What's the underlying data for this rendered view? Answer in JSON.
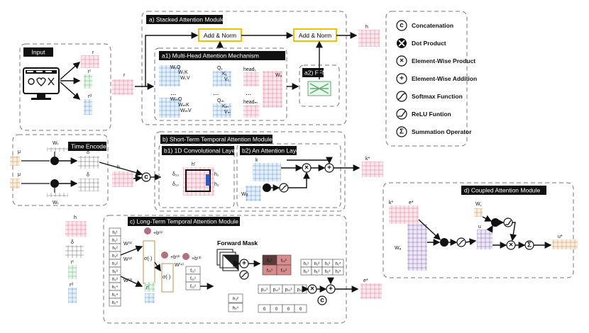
{
  "input": {
    "title": "Input",
    "r_label": "r",
    "rt_label": "rᵗ",
    "rd_label": "rᵈ"
  },
  "stacked_attention": {
    "title": "a) Stacked Attention Module",
    "r_label": "r",
    "add_norm_1": "Add & Norm",
    "add_norm_2": "Add & Norm",
    "h_label": "h",
    "mha_title": "a1) Multi-Head Attention Mechanism",
    "w_q_1": "W₁Q",
    "w_k_1": "W₁K",
    "w_v_1": "W₁V",
    "q_1": "Q₁",
    "k_1": "K₁",
    "v_1": "V₁",
    "head_1": "head₁",
    "w_o": "Wₒ",
    "ellipsis": "...",
    "w_q_m": "WₘQ",
    "w_k_m": "WₘK",
    "w_v_m": "WₘV",
    "q_m": "Qₘ",
    "k_m": "Kₘ",
    "v_m": "Vₘ",
    "head_m": "headₘ",
    "ffn_title": "a2) FFN"
  },
  "legend": {
    "items": [
      "Concatenation",
      "Dot Product",
      "Element-Wise Product",
      "Element-Wise Addition",
      "Softmax Function",
      "ReLU Funtion",
      "Summation Operator"
    ],
    "concat_symbol": "c",
    "mult_symbol": "×",
    "plus_symbol": "+",
    "sum_symbol": "Σ"
  },
  "time_encoder": {
    "title": "Time Encoder",
    "mu_label": "μ",
    "w_t": "Wₜ",
    "delta": "δ",
    "h_label": "h"
  },
  "short_term": {
    "title": "b) Short-Term Temporal Attention Module",
    "conv_title": "b1) 1D Convolutional Layer",
    "h_prime": "h'",
    "delta_1": "δ₁₀",
    "delta_2": "δ₁₂",
    "h_1": "h₁",
    "h_2": "h₂",
    "attn_title": "b2) An Attention Layer",
    "k_label": "k",
    "w_b": "Wᵦ",
    "k_star": "k*"
  },
  "long_term": {
    "title": "c) Long-Term Temporal Attention Module",
    "h_label": "h",
    "delta": "δ",
    "r_t": "rᵗ",
    "r_d": "rᵈ",
    "sigma": "σ(·)",
    "b1": "+b⁽¹⁾",
    "b2": "+b⁽²⁾",
    "b3": "+b⁽³⁾",
    "w1": "W⁽¹⁾",
    "w2": "W⁽²⁾",
    "w3": "W⁽³⁾",
    "w4": "W⁽⁴⁾",
    "h_seq": [
      "h₁¹",
      "h₂¹",
      "h₁²",
      "h₂²",
      "h₃²",
      "h₁³",
      "h₂³",
      "h₁⁴",
      "h₂⁴",
      "h₃⁴"
    ],
    "f_col": [
      "f₁₁¹",
      "f₁₂¹",
      "f₁₂²"
    ],
    "forward_mask": "Forward Mask",
    "masked_f": [
      "f₁₁¹",
      "f₁₂¹",
      "f₂₁¹",
      "f₂₂¹"
    ],
    "p_row": [
      "p₁₁¹",
      "p₁₂¹",
      "p₂₁¹",
      "p₂₂¹"
    ],
    "h_matrix_1": [
      "h₁¹",
      "h₁²",
      "h₁³",
      "h₁⁴"
    ],
    "h_matrix_2": [
      "h₂¹",
      "h₂²",
      "h₂³",
      "h₂⁴"
    ],
    "p_col": [
      "h₃²",
      "h₃⁴"
    ],
    "zeros": [
      "0",
      "0",
      "0",
      "0"
    ],
    "e_star": "e*"
  },
  "coupled": {
    "title": "d) Coupled Attention Module",
    "k_star": "k*",
    "e_star": "e*",
    "w_a": "Wₐ",
    "u": "u",
    "w_c": "W꜀",
    "u_star": "u*"
  }
}
